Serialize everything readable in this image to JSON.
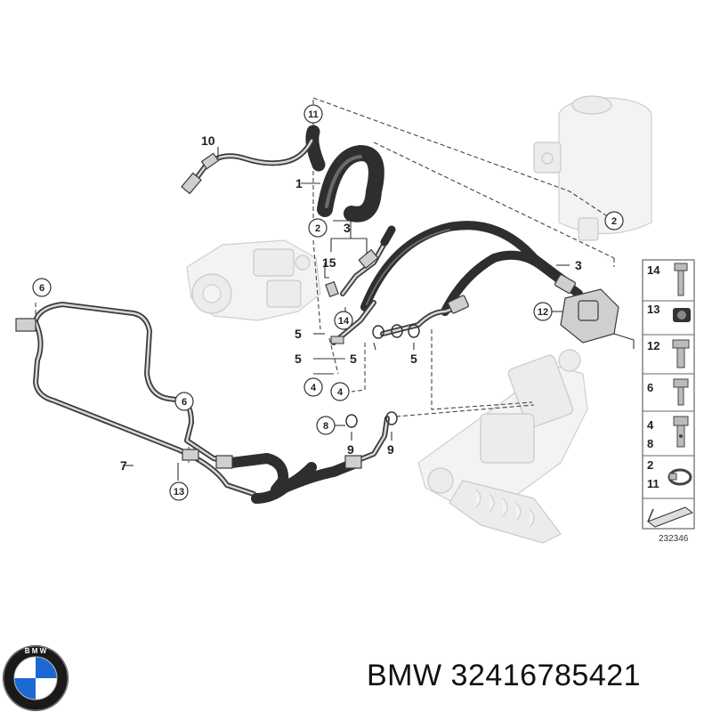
{
  "diagram": {
    "labels": {
      "p1": "1",
      "p2": "2",
      "p3": "3",
      "p3b": "3",
      "p4": "4",
      "p4b": "4",
      "p5a": "5",
      "p5b": "5",
      "p5c": "5",
      "p5d": "5",
      "p6a": "6",
      "p6b": "6",
      "p7": "7",
      "p8": "8",
      "p9a": "9",
      "p9b": "9",
      "p10": "10",
      "p11": "11",
      "p12": "12",
      "p13": "13",
      "p14": "14",
      "p15": "15",
      "p2b": "2"
    },
    "legend": {
      "r1": "14",
      "r2": "13",
      "r3": "12",
      "r4": "6",
      "r5a": "4",
      "r5b": "8",
      "r6a": "2",
      "r6b": "11"
    },
    "diagram_number": "232346"
  },
  "caption": {
    "brand": "BMW",
    "part_number": "32416785421"
  },
  "logo": {
    "name": "bmw-logo",
    "colors": {
      "blue": "#1c69d4",
      "ring": "#1a1a1a",
      "white": "#ffffff"
    }
  }
}
